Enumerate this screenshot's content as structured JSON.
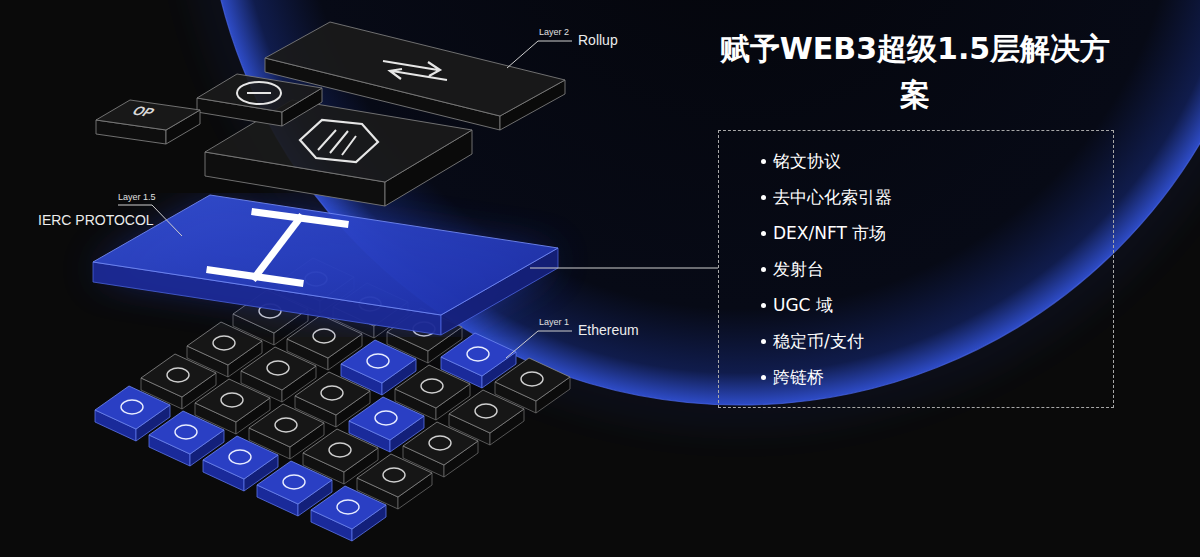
{
  "diagram": {
    "title": "赋予WEB3超级1.5层解决方案",
    "nodes": [
      {
        "text": [
          "铭文协议",
          "去中心化索引器",
          "DEX/NFT 市场",
          "发射台",
          "UGC 域",
          "稳定币/支付",
          "跨链桥"
        ]
      }
    ],
    "labels": [
      "Layer 2",
      "Rollup",
      "OP",
      "Layer 1.5",
      "IERC PROTOCOL",
      "Layer 1",
      "Ethereum"
    ]
  }
}
